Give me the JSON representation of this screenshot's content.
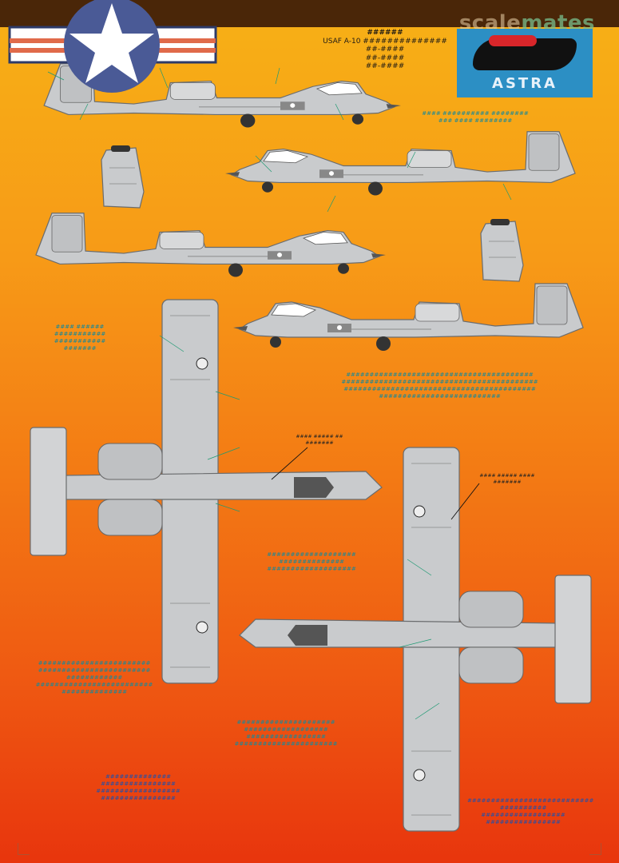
{
  "header": {
    "watermark_prefix": "scale",
    "watermark_suffix": "mates"
  },
  "title_block": {
    "product_code": "######",
    "subtitle": "USAF A-10 ##############",
    "serials": [
      "##-####",
      "##-####",
      "##-####"
    ]
  },
  "logo": {
    "brand_text": "ASTRA",
    "colors": {
      "background": "#2c8fc4",
      "black": "#111111",
      "red": "#d8262a"
    }
  },
  "captions": {
    "note_top_right": [
      "#### ########## ########",
      "### #### ########"
    ],
    "note_left_1": [
      "#### ######",
      "###########",
      "###########",
      "#######"
    ],
    "note_right_long": [
      "########################################",
      "##########################################",
      "#########################################",
      "##########################"
    ],
    "callout_center": [
      "#### ##### ##",
      "#######"
    ],
    "callout_right": [
      "#### ##### ####",
      "#######"
    ],
    "note_center": [
      "###################",
      "##############",
      "###################"
    ],
    "note_lower_left": [
      "########################",
      "########################",
      "############",
      "#########################",
      "##############"
    ],
    "note_lower_center": [
      "#####################",
      "##################",
      "#################",
      "######################"
    ],
    "note_bottom_left": [
      "##############",
      "################",
      "##################",
      "################"
    ],
    "note_bottom_right": [
      "###########################",
      "##########",
      "##################",
      "################"
    ]
  },
  "colors": {
    "top_bar": "#4a2608",
    "bg_top": "#f7b116",
    "bg_bottom": "#e8350d",
    "aircraft_gray": "#c9cbcd",
    "aircraft_dark": "#5a5c5e",
    "leader_green": "#1e9a73"
  }
}
